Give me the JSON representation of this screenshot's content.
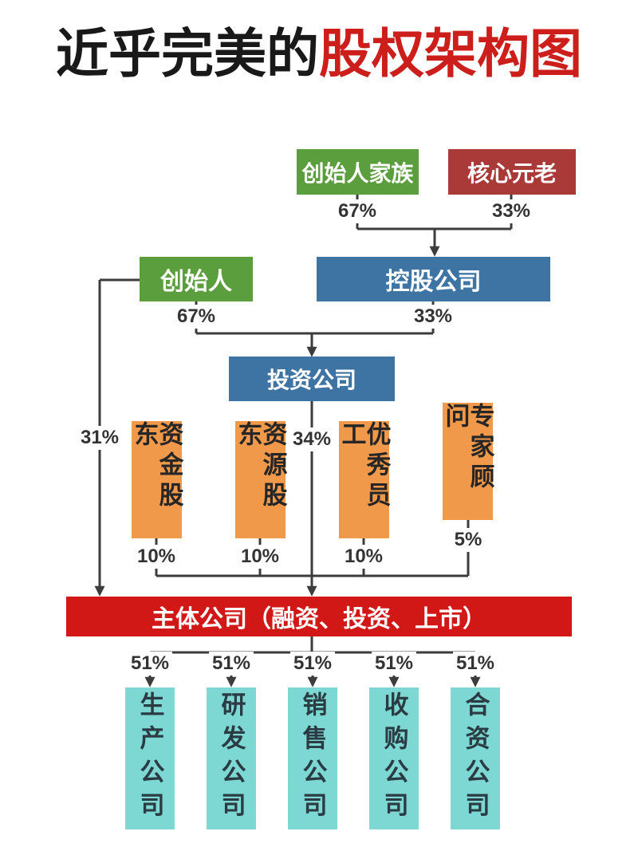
{
  "title": {
    "black_part": "近乎完美的",
    "red_part": "股权架构图"
  },
  "colors": {
    "title_red": "#CC1F1B",
    "green": "#5B9E3D",
    "brick_red": "#A93A38",
    "blue": "#3E74A4",
    "orange": "#F0994B",
    "bright_red": "#D11817",
    "teal": "#7DD7D2",
    "line": "#3C3C3C"
  },
  "nodes": {
    "founder_family": {
      "label": "创始人家族"
    },
    "core_veterans": {
      "label": "核心元老"
    },
    "founder": {
      "label": "创始人"
    },
    "holding_company": {
      "label": "控股公司"
    },
    "investment_company": {
      "label": "投资公司"
    },
    "capital_shareholder": {
      "label": "资金股东"
    },
    "resource_shareholder": {
      "label": "资源股东"
    },
    "excellent_employees": {
      "label": "优秀员工"
    },
    "expert_advisors": {
      "label": "专家顾问"
    },
    "main_company": {
      "label": "主体公司（融资、投资、上市）"
    },
    "subsidiaries": [
      "生产公司",
      "研发公司",
      "销售公司",
      "收购公司",
      "合资公司"
    ]
  },
  "edges": {
    "family_to_holding": "67%",
    "veterans_to_holding": "33%",
    "founder_to_investment": "67%",
    "holding_to_investment": "33%",
    "founder_to_main": "31%",
    "investment_to_main": "34%",
    "capital_to_main": "10%",
    "resource_to_main": "10%",
    "employees_to_main": "10%",
    "experts_to_main": "5%",
    "main_to_production": "51%",
    "main_to_rd": "51%",
    "main_to_sales": "51%",
    "main_to_acquisition": "51%",
    "main_to_jv": "51%"
  }
}
